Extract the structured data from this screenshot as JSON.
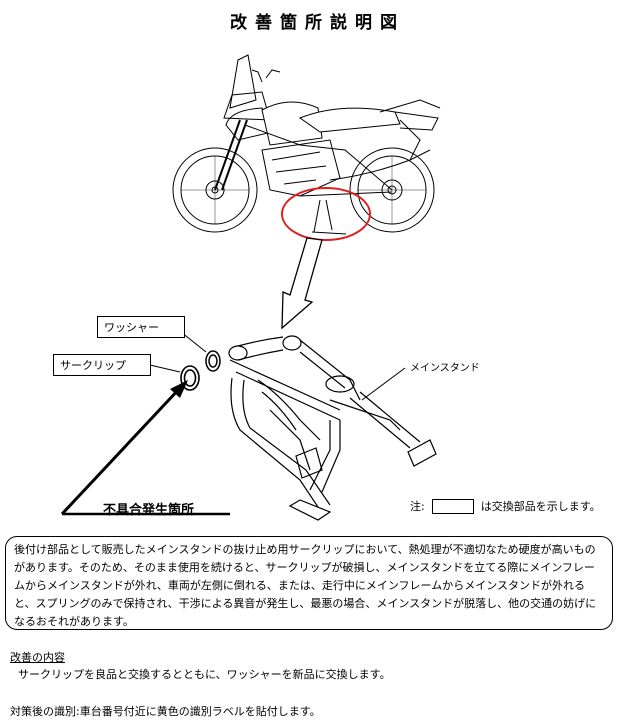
{
  "title": "改善箇所説明図",
  "labels": {
    "washer": "ワッシャー",
    "circlip": "サークリップ",
    "main_stand": "メインスタンド",
    "defect_location": "不具合発生箇所"
  },
  "legend": {
    "prefix": "注:",
    "suffix": "は交換部品を示します。"
  },
  "description": "後付け部品として販売したメインスタンドの抜け止め用サークリップにおいて、熱処理が不適切なため硬度が高いものがあります。そのため、そのまま使用を続けると、サークリップが破損し、メインスタンドを立てる際にメインフレームからメインスタンドが外れ、車両が左側に倒れる、または、走行中にメインフレームからメインスタンドが外れると、スプリングのみで保持され、干渉による異音が発生し、最悪の場合、メインスタンドが脱落し、他の交通の妨げになるおそれがあります。",
  "improvement": {
    "heading": "改善の内容",
    "text": "サークリップを良品と交換するとともに、ワッシャーを新品に交換します。"
  },
  "identification": "対策後の識別:車台番号付近に黄色の識別ラベルを貼付します。",
  "colors": {
    "highlight_circle": "#e02020",
    "line": "#000000"
  }
}
